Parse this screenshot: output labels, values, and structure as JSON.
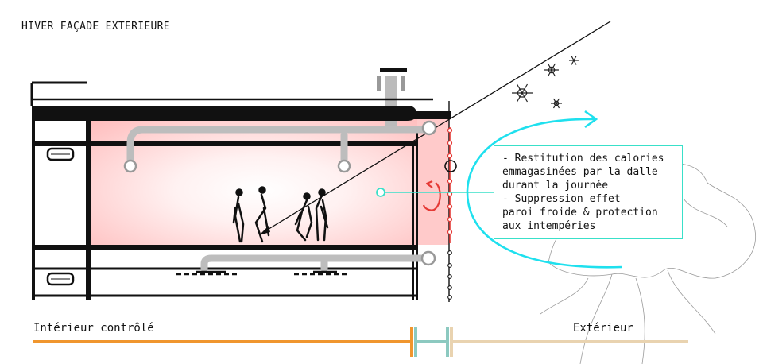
{
  "title": "HIVER FAÇADE EXTERIEURE",
  "callout": {
    "lines": [
      "- Restitution des calories",
      "emmagasinées par la dalle",
      "durant la journée",
      "- Suppression effet",
      "paroi froide & protection",
      "aux intempéries"
    ]
  },
  "scale": {
    "left_label": "Intérieur contrôlé",
    "right_label": "Extérieur"
  },
  "colors": {
    "interior_line": "#f0962e",
    "exterior_line": "#e9d3b0",
    "buffer_teal": "#8cc9c0",
    "airflow": "#1fe0ee",
    "callout_border": "#39e0c9",
    "warm_fill": "#ffcfcf",
    "structure": "#111111",
    "duct": "#bdbdbd",
    "heat_arrow": "#e53935"
  },
  "icons": [
    "snowflake-icon",
    "people-icon",
    "heat-cycle-icon",
    "chimney-icon"
  ]
}
